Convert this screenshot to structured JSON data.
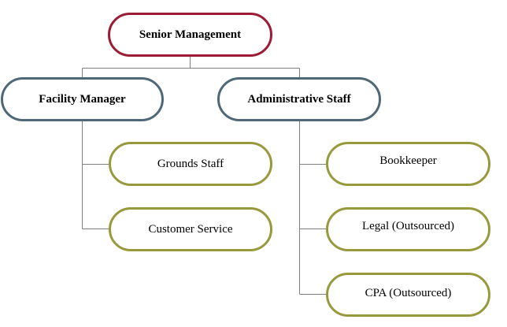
{
  "chart": {
    "root": {
      "label": "Senior Management",
      "border_color": "#9a1c35"
    },
    "managers": [
      {
        "label": "Facility Manager",
        "border_color": "#4f6877",
        "reports": [
          "Grounds Staff",
          "Customer Service"
        ]
      },
      {
        "label": "Administrative Staff",
        "border_color": "#4f6877",
        "reports": [
          "Bookkeeper",
          "Legal (Outsourced)",
          "CPA (Outsourced)"
        ]
      }
    ],
    "staff_border_color": "#98993d",
    "connector_color": "#7f7f7f"
  }
}
